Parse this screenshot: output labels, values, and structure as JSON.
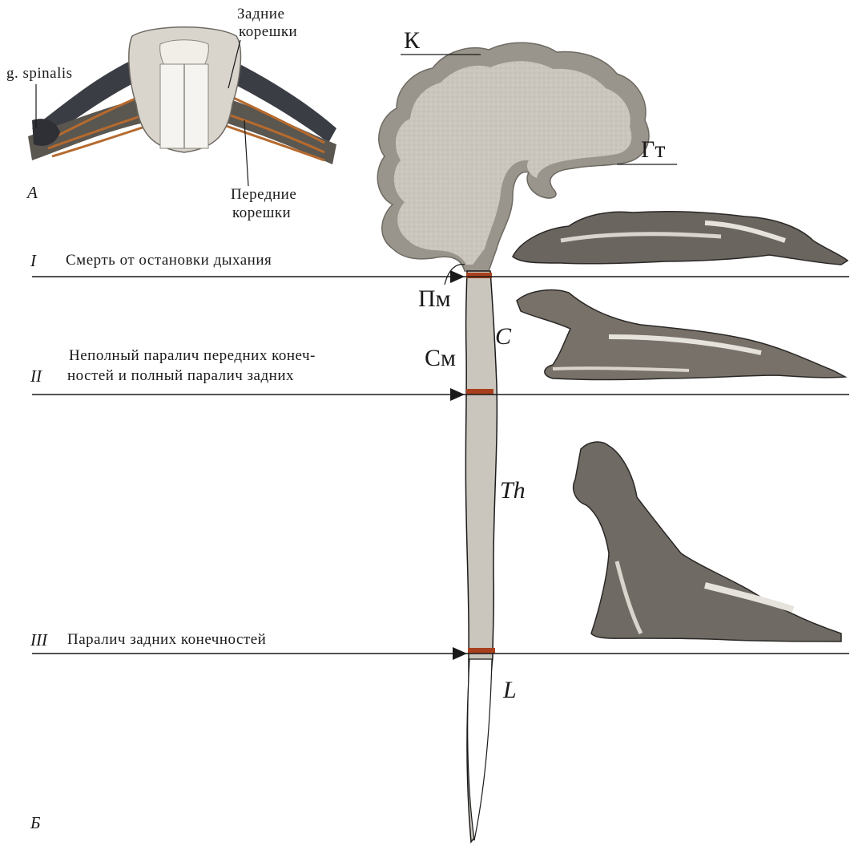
{
  "panel_a": {
    "label": "А",
    "ganglion_label": "g. spinalis",
    "posterior_roots": [
      "Задние",
      "корешки"
    ],
    "anterior_roots": [
      "Передние",
      "корешки"
    ]
  },
  "panel_b": {
    "label": "Б",
    "brain_labels": {
      "cortex": "К",
      "hypothalamus": "Гт",
      "medulla": "Пм",
      "spinal_cord": "См"
    },
    "segment_labels": {
      "cervical": "C",
      "thoracic": "Th",
      "lumbar": "L"
    },
    "transections": [
      {
        "numeral": "I",
        "lines": [
          "Смерть от остановки дыхания"
        ]
      },
      {
        "numeral": "II",
        "lines": [
          "Неполный паралич передних конеч-",
          "ностей и полный паралич задних"
        ]
      },
      {
        "numeral": "III",
        "lines": [
          "Паралич задних конечностей"
        ]
      }
    ]
  },
  "colors": {
    "brain_fill": "#c9c4bb",
    "cortex_rim": "#9a958c",
    "cut_mark": "#a8401e",
    "nerve_root": "#b56a2e",
    "dark_root": "#3a3d44"
  }
}
